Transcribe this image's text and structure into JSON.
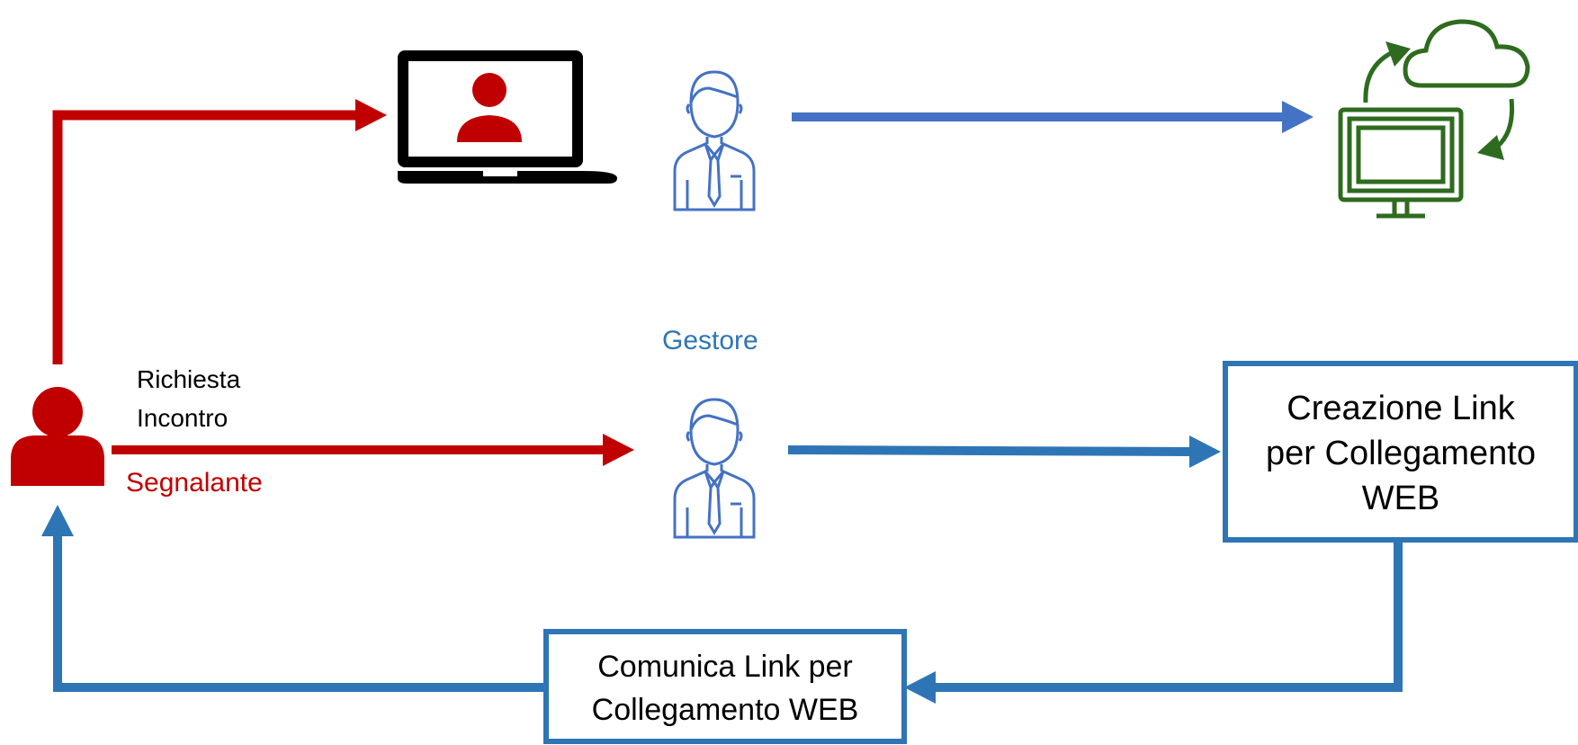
{
  "colors": {
    "red": "#C00000",
    "blue": "#2E75B6",
    "blue_light": "#4472C4",
    "green": "#2E6B1F",
    "black": "#000000",
    "white": "#FFFFFF"
  },
  "labels": {
    "request_line1": "Richiesta",
    "request_line2": "Incontro",
    "reporter": "Segnalante",
    "manager": "Gestore"
  },
  "boxes": {
    "create_link": {
      "line1": "Creazione Link",
      "line2": "per Collegamento",
      "line3": "WEB"
    },
    "send_link": {
      "line1": "Comunica Link per",
      "line2": "Collegamento WEB"
    }
  },
  "icons": {
    "reporter": "person-icon",
    "laptop": "laptop-video-call-icon",
    "manager_top": "businessman-icon",
    "manager_mid": "businessman-icon",
    "cloud_sync": "cloud-sync-monitor-icon"
  }
}
